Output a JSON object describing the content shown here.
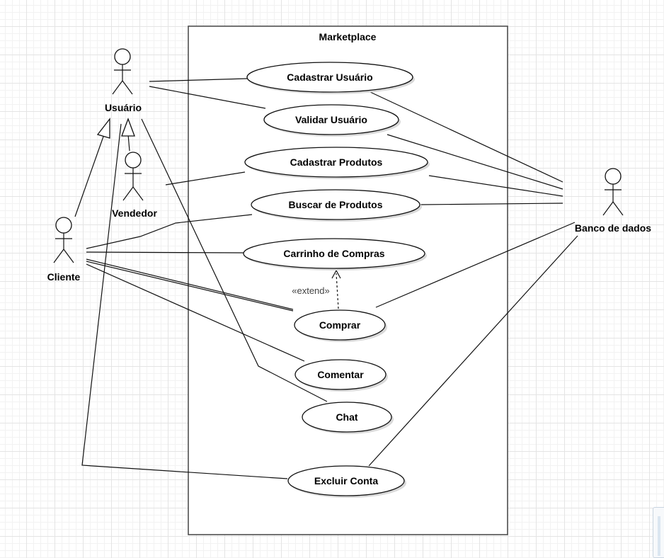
{
  "system": {
    "title": "Marketplace"
  },
  "actors": {
    "usuario": "Usuário",
    "vendedor": "Vendedor",
    "cliente": "Cliente",
    "banco": "Banco de dados"
  },
  "use_cases": {
    "cadastrar_usuario": "Cadastrar Usuário",
    "validar_usuario": "Validar Usuário",
    "cadastrar_produtos": "Cadastrar Produtos",
    "buscar_produtos": "Buscar de Produtos",
    "carrinho": "Carrinho de Compras",
    "comprar": "Comprar",
    "comentar": "Comentar",
    "chat": "Chat",
    "excluir_conta": "Excluir Conta"
  },
  "relations": {
    "extend_label": "«extend»"
  }
}
